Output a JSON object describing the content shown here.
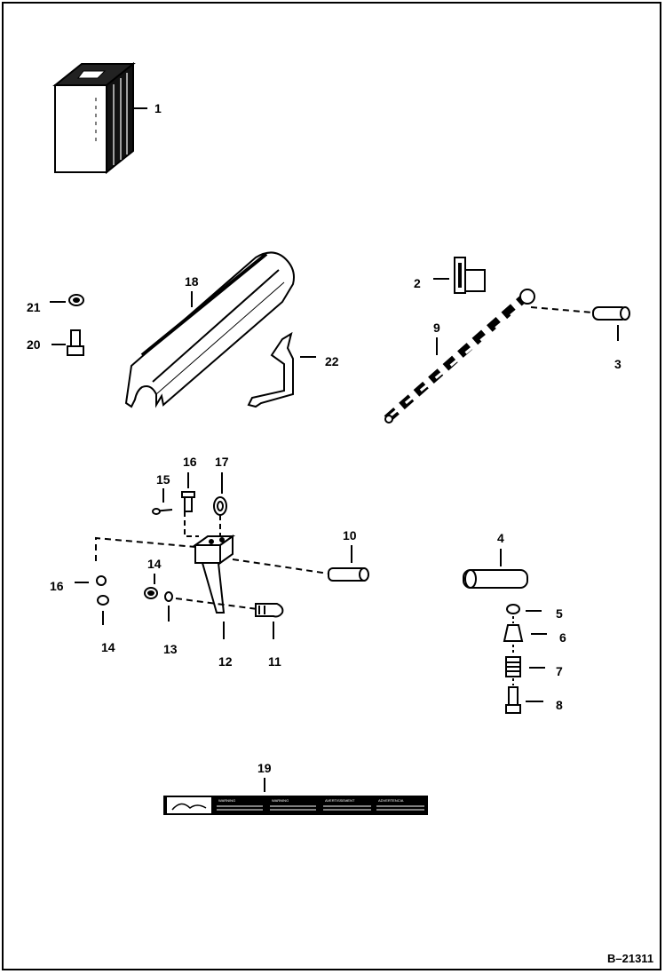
{
  "figure": {
    "reference_code": "B–21311",
    "decal_text": [
      "WARNING",
      "WARNING",
      "AVERTISSEMENT",
      "ADVERTENCIA"
    ]
  },
  "callouts": {
    "c1": "1",
    "c2": "2",
    "c3": "3",
    "c4": "4",
    "c5": "5",
    "c6": "6",
    "c7": "7",
    "c8": "8",
    "c9": "9",
    "c10": "10",
    "c11": "11",
    "c12": "12",
    "c13": "13",
    "c14a": "14",
    "c14b": "14",
    "c15": "15",
    "c16a": "16",
    "c16b": "16",
    "c17": "17",
    "c18": "18",
    "c19": "19",
    "c20": "20",
    "c21": "21",
    "c22": "22"
  }
}
